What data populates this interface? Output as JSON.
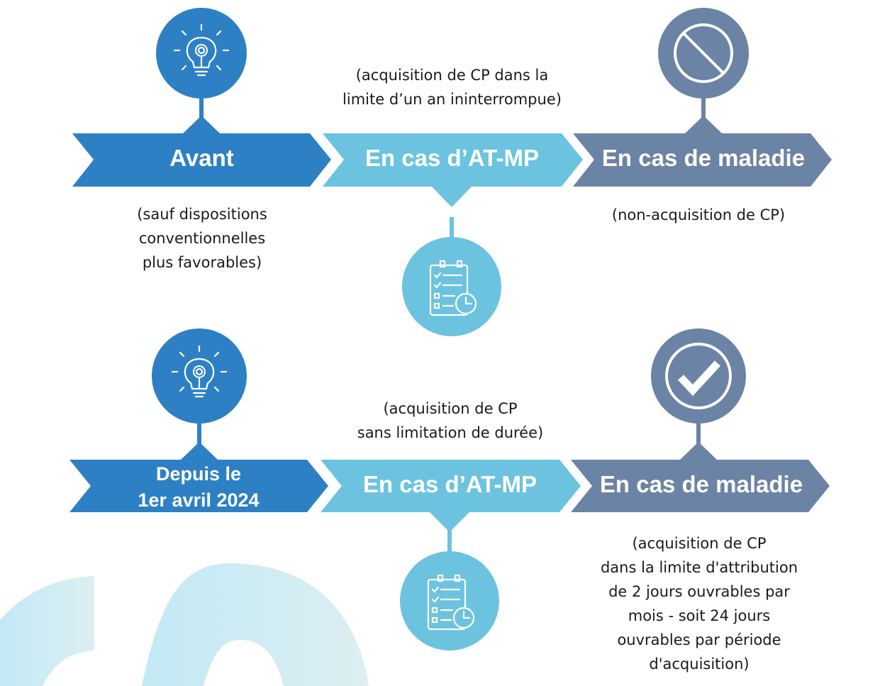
{
  "colors": {
    "blue": "#2e80c4",
    "light_blue": "#6cc3df",
    "gray": "#6b83a4"
  },
  "row1": {
    "step1": {
      "label": "Avant",
      "note": [
        "(sauf dispositions",
        "conventionnelles",
        "plus favorables)"
      ],
      "icon": "lightbulb-gear-icon"
    },
    "step2": {
      "label": "En cas d’AT-MP",
      "note": [
        "(acquisition de CP dans la",
        "limite d’un an ininterrompue)"
      ],
      "icon": "checklist-clock-icon"
    },
    "step3": {
      "label": "En cas de maladie",
      "note": [
        "(non-acquisition de CP)"
      ],
      "icon": "prohibited-icon"
    }
  },
  "row2": {
    "step1": {
      "label": [
        "Depuis le",
        "1er avril 2024"
      ],
      "icon": "lightbulb-gear-icon"
    },
    "step2": {
      "label": "En cas d’AT-MP",
      "note": [
        "(acquisition de CP",
        "sans limitation de durée)"
      ],
      "icon": "checklist-clock-icon"
    },
    "step3": {
      "label": "En cas de maladie",
      "note": [
        "(acquisition de CP",
        "dans la limite d'attribution",
        "de 2 jours ouvrables par",
        "mois - soit 24 jours",
        "ouvrables par période",
        "d'acquisition)"
      ],
      "icon": "checkmark-circle-icon"
    }
  }
}
